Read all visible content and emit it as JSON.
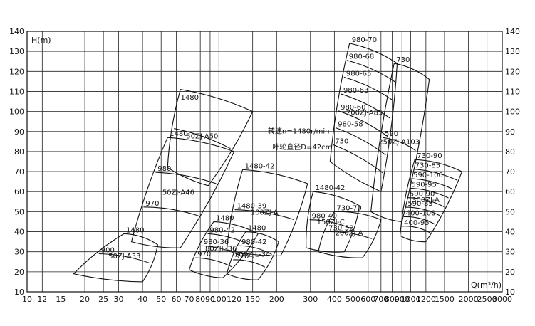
{
  "chart_data": {
    "type": "scatter",
    "title": "",
    "xlabel": "Q(m³/h)",
    "ylabel": "H(m)",
    "x_scale": "log",
    "grid": true,
    "xlim": [
      10,
      3000
    ],
    "ylim": [
      10,
      140
    ],
    "x_ticks": [
      10,
      12,
      15,
      20,
      25,
      30,
      40,
      50,
      60,
      70,
      80,
      90,
      100,
      120,
      150,
      200,
      300,
      400,
      500,
      600,
      700,
      800,
      900,
      1000,
      1200,
      1500,
      2000,
      2500,
      3000
    ],
    "x_tick_labels": [
      "10",
      "12",
      "15",
      "20",
      "25",
      "30",
      "40",
      "50",
      "60",
      "70",
      "80",
      "90",
      "100",
      "120",
      "150",
      "200",
      "300",
      "400",
      "500",
      "600",
      "700",
      "800",
      "900",
      "1000",
      "1200",
      "1500",
      "2000",
      "2500",
      "3000"
    ],
    "y_ticks": [
      10,
      20,
      30,
      40,
      50,
      60,
      70,
      80,
      90,
      100,
      110,
      120,
      130,
      140
    ],
    "y_tick_labels": [
      "10",
      "20",
      "30",
      "40",
      "50",
      "60",
      "70",
      "80",
      "90",
      "100",
      "110",
      "120",
      "130",
      "140"
    ],
    "regions": [
      {
        "name": "50ZJ-A33",
        "speed_labels": [
          "1480",
          "900"
        ],
        "corners": [
          [
            17.5,
            19
          ],
          [
            32,
            39
          ],
          [
            48,
            33.5
          ],
          [
            40,
            15
          ]
        ]
      },
      {
        "name": "50ZJ-A46",
        "speed_labels": [
          "1480",
          "980",
          "970"
        ],
        "corners": [
          [
            35,
            35
          ],
          [
            54,
            87
          ],
          [
            120,
            80
          ],
          [
            63,
            32
          ]
        ]
      },
      {
        "name": "50ZJ-A50",
        "speed_labels": [
          "1480"
        ],
        "corners": [
          [
            54,
            72
          ],
          [
            63,
            111
          ],
          [
            150,
            100
          ],
          [
            88,
            63
          ]
        ]
      },
      {
        "name": "80ZJL-36",
        "speed_labels": [
          "1480",
          "980-42",
          "980-36",
          "970"
        ],
        "corners": [
          [
            70,
            21
          ],
          [
            94,
            45
          ],
          [
            160,
            39
          ],
          [
            105,
            17
          ]
        ]
      },
      {
        "name": "100ZJL-34",
        "speed_labels": [
          "1480",
          "980-42",
          "970"
        ],
        "corners": [
          [
            110,
            19
          ],
          [
            138,
            40
          ],
          [
            205,
            35
          ],
          [
            160,
            16
          ]
        ]
      },
      {
        "name": "100ZJ-A",
        "speed_labels": [
          "1480-42",
          "1480-39"
        ],
        "corners": [
          [
            110,
            31
          ],
          [
            133,
            71
          ],
          [
            290,
            64
          ],
          [
            210,
            28
          ]
        ]
      },
      {
        "name": "150ZJ-C",
        "speed_labels": [
          "1480-42",
          "980-40"
        ],
        "corners": [
          [
            285,
            32
          ],
          [
            310,
            60
          ],
          [
            540,
            53
          ],
          [
            450,
            30
          ]
        ]
      },
      {
        "name": "200ZJ-A",
        "speed_labels": [
          "730-70",
          "730-58"
        ],
        "corners": [
          [
            330,
            30
          ],
          [
            400,
            50
          ],
          [
            700,
            46
          ],
          [
            560,
            27
          ]
        ]
      },
      {
        "name": "200ZJ-A85",
        "speed_labels": [
          "980-70",
          "980-68",
          "980-65",
          "980-63",
          "980-60",
          "980-58",
          "730"
        ],
        "corners": [
          [
            380,
            75
          ],
          [
            480,
            134
          ],
          [
            850,
            124
          ],
          [
            700,
            60
          ]
        ]
      },
      {
        "name": "250ZJ-A103",
        "speed_labels": [
          "730",
          "590"
        ],
        "corners": [
          [
            620,
            50
          ],
          [
            820,
            124
          ],
          [
            1250,
            116
          ],
          [
            900,
            45
          ]
        ]
      },
      {
        "name": "300ZJ-A",
        "speed_labels": [
          "730-90",
          "730-85",
          "590-100",
          "590-95",
          "590-90",
          "590-85",
          "400-100",
          "400-95"
        ],
        "corners": [
          [
            880,
            38
          ],
          [
            1050,
            76
          ],
          [
            1850,
            70
          ],
          [
            1200,
            35
          ]
        ]
      }
    ],
    "annotations": [
      "转速n=1480r/min",
      "叶轮直径D=42cm"
    ]
  }
}
